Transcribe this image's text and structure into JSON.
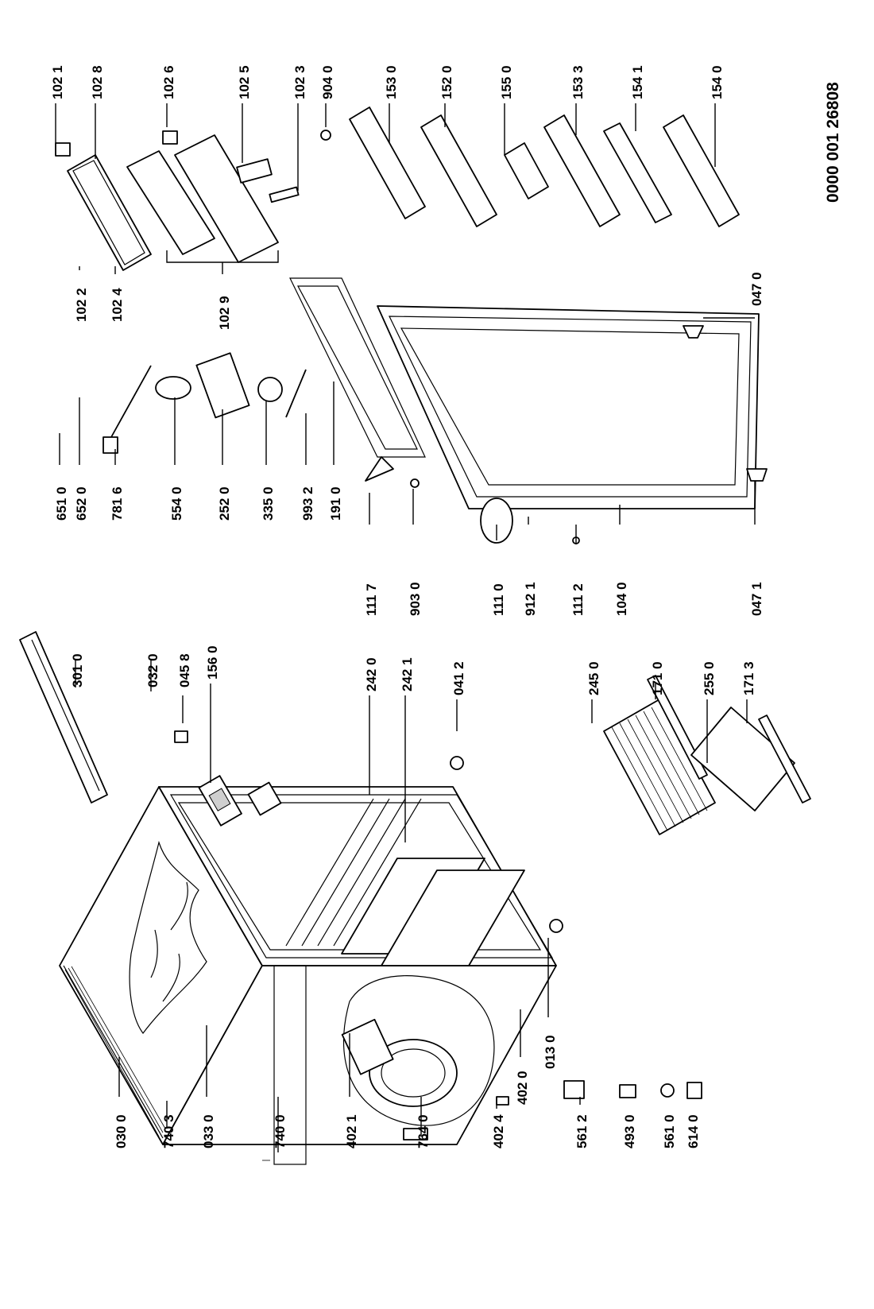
{
  "document_number": "0000 001 26808",
  "labels": {
    "p3010": "301 0",
    "p0320": "032 0",
    "p0458": "045 8",
    "p1560": "156 0",
    "p2420": "242 0",
    "p2421": "242 1",
    "p0412": "041 2",
    "p2450": "245 0",
    "p1710": "171 0",
    "p2550": "255 0",
    "p1713": "171 3",
    "p0300": "030 0",
    "p7403": "740 3",
    "p0330": "033 0",
    "p7400": "740 0",
    "p4021": "402 1",
    "p7640": "764 0",
    "p4024": "402 4",
    "p4020": "402 0",
    "p0130": "013 0",
    "p5612": "561 2",
    "p4930": "493 0",
    "p5610": "561 0",
    "p6140": "614 0",
    "p6510": "651 0",
    "p6520": "652 0",
    "p7816": "781 6",
    "p5540": "554 0",
    "p2520": "252 0",
    "p3350": "335 0",
    "p9932": "993 2",
    "p1910": "191 0",
    "p1117": "111 7",
    "p9030": "903 0",
    "p1110": "111 0",
    "p9121": "912 1",
    "p1112": "111 2",
    "p1040": "104 0",
    "p0471": "047 1",
    "p0470": "047 0",
    "p1022": "102 2",
    "p1024": "102 4",
    "p1029": "102 9",
    "p1021": "102 1",
    "p1028": "102 8",
    "p1026": "102 6",
    "p1025": "102 5",
    "p1023": "102 3",
    "p9040": "904 0",
    "p1530": "153 0",
    "p1520": "152 0",
    "p1550": "155 0",
    "p1533": "153 3",
    "p1541": "154 1",
    "p1540": "154 0"
  }
}
